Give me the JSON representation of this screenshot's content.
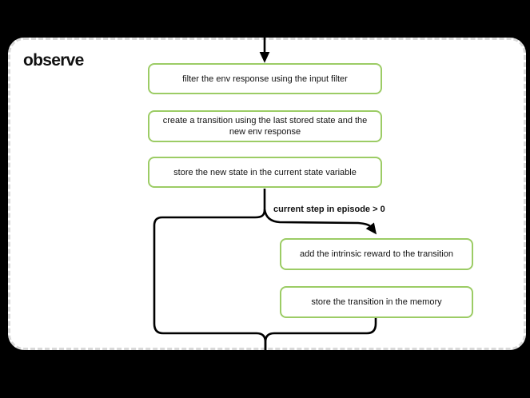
{
  "container": {
    "title": "observe"
  },
  "flowchart": {
    "nodes": [
      {
        "label": "filter the env response using the input filter"
      },
      {
        "label": "create a transition using the last stored state and the\nnew env response"
      },
      {
        "label": "store the new state in the current state variable"
      },
      {
        "label": "add the intrinsic reward to the transition"
      },
      {
        "label": "store the transition in the memory"
      }
    ],
    "condition_label": "current step in episode > 0"
  },
  "colors": {
    "accent_green": "#9CCC65",
    "line": "#000000",
    "canvas_bg": "#000000",
    "panel_bg": "#ffffff",
    "dash": "#d9d9d9",
    "text": "#111111"
  }
}
